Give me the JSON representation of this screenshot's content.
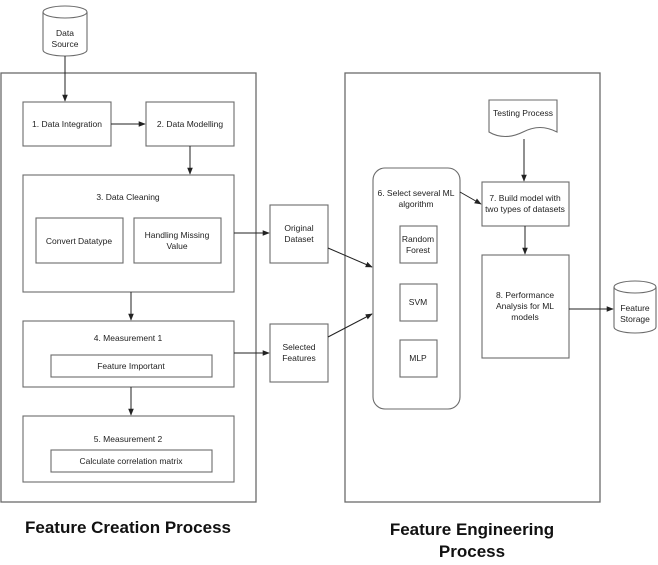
{
  "diagram": {
    "sections": {
      "feature_creation": {
        "title": "Feature Creation Process"
      },
      "feature_engineering": {
        "title_line1": "Feature Engineering",
        "title_line2": "Process"
      }
    },
    "nodes": {
      "data_source": {
        "line1": "Data",
        "line2": "Source",
        "shape": "cylinder"
      },
      "data_integration": {
        "label": "1. Data Integration"
      },
      "data_modelling": {
        "label": "2. Data Modelling"
      },
      "data_cleaning": {
        "label": "3. Data Cleaning",
        "children": {
          "convert_datatype": {
            "label": "Convert Datatype"
          },
          "handling_missing": {
            "line1": "Handling Missing",
            "line2": "Value"
          }
        }
      },
      "measurement1": {
        "label": "4. Measurement 1",
        "child": {
          "label": "Feature Important"
        }
      },
      "measurement2": {
        "label": "5. Measurement 2",
        "child": {
          "label": "Calculate correlation matrix"
        }
      },
      "original_dataset": {
        "line1": "Original",
        "line2": "Dataset"
      },
      "selected_features": {
        "line1": "Selected",
        "line2": "Features"
      },
      "select_ml": {
        "line1": "6. Select several ML",
        "line2": "algorithm",
        "children": {
          "random_forest": {
            "line1": "Random",
            "line2": "Forest"
          },
          "svm": {
            "label": "SVM"
          },
          "mlp": {
            "label": "MLP"
          }
        }
      },
      "testing_process": {
        "label": "Testing Process",
        "shape": "document"
      },
      "build_model": {
        "line1": "7. Build model with",
        "line2": "two types of datasets"
      },
      "performance": {
        "line1": "8. Performance",
        "line2": "Analysis for ML",
        "line3": "models"
      },
      "feature_storage": {
        "line1": "Feature",
        "line2": "Storage",
        "shape": "cylinder"
      }
    },
    "edges": [
      {
        "from": "Data Source",
        "to": "1. Data Integration"
      },
      {
        "from": "1. Data Integration",
        "to": "2. Data Modelling"
      },
      {
        "from": "2. Data Modelling",
        "to": "3. Data Cleaning"
      },
      {
        "from": "3. Data Cleaning",
        "to": "4. Measurement 1"
      },
      {
        "from": "4. Measurement 1",
        "to": "5. Measurement 2"
      },
      {
        "from": "3. Data Cleaning",
        "to": "Original Dataset"
      },
      {
        "from": "4. Measurement 1",
        "to": "Selected Features"
      },
      {
        "from": "Original Dataset",
        "to": "6. Select several ML algorithm"
      },
      {
        "from": "Selected Features",
        "to": "6. Select several ML algorithm"
      },
      {
        "from": "6. Select several ML algorithm",
        "to": "7. Build model with two types of datasets"
      },
      {
        "from": "Testing Process",
        "to": "7. Build model with two types of datasets"
      },
      {
        "from": "7. Build model with two types of datasets",
        "to": "8. Performance Analysis for ML models"
      },
      {
        "from": "8. Performance Analysis for ML models",
        "to": "Feature Storage"
      }
    ]
  }
}
